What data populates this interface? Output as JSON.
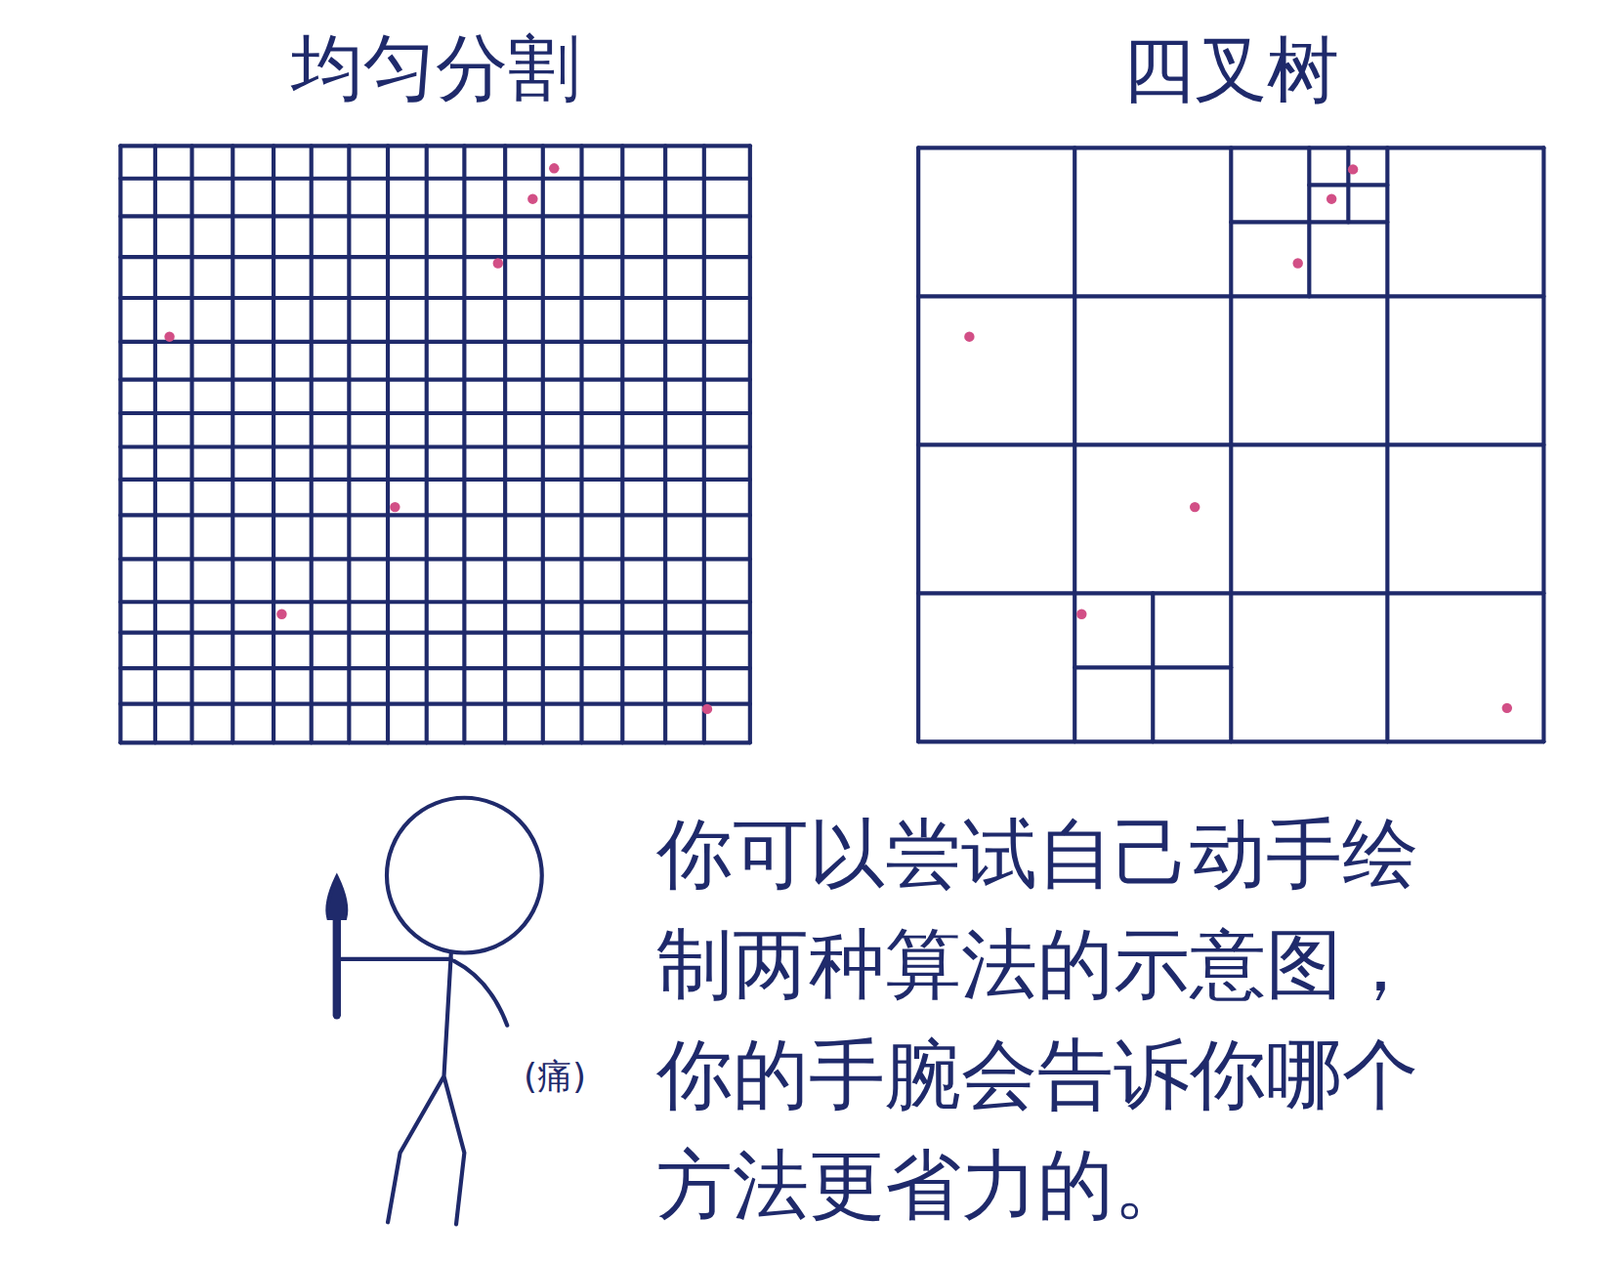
{
  "diagram": {
    "nodes": [
      {
        "text": [
          "均匀分割"
        ]
      },
      {
        "text": [
          "四叉树"
        ]
      }
    ],
    "labels": [
      "你可以尝试自己动手绘制两种算法的示意图，你的手腕会告诉你哪个方法更省力的。",
      "(痛)"
    ]
  }
}
